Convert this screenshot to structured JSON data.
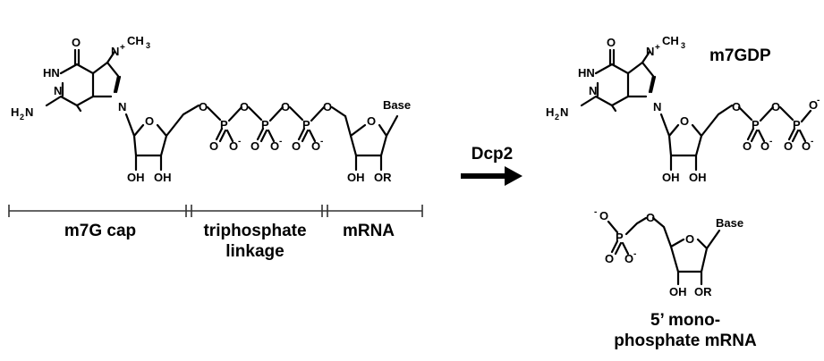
{
  "diagram": {
    "left_structure": {
      "atoms": {
        "carbonyl_o": "O",
        "n_h": "HN",
        "n_ring": "N",
        "amine": "H",
        "amine_sub": "2",
        "amine_n": "N",
        "n_plus": "N",
        "plus": "+",
        "n_glyco": "N",
        "methyl": "CH",
        "methyl_sub": "3",
        "ring_o1": "O",
        "link_o1": "O",
        "p1": "P",
        "bridge_o1": "O",
        "p2": "P",
        "bridge_o2": "O",
        "p3": "P",
        "link_o2": "O",
        "ring_o2": "O",
        "base": "Base",
        "oh_a": "OH",
        "oh_b": "OH",
        "oh_c": "OH",
        "or": "OR",
        "p1_o_double": "O",
        "p1_o_minus": "O",
        "p2_o_double": "O",
        "p2_o_minus": "O",
        "p3_o_double": "O",
        "p3_o_minus": "O",
        "minus": "-"
      }
    },
    "sections": [
      {
        "label_lines": [
          "m7G cap"
        ]
      },
      {
        "label_lines": [
          "triphosphate",
          "linkage"
        ]
      },
      {
        "label_lines": [
          "mRNA"
        ]
      }
    ],
    "enzyme_label": "Dcp2",
    "right_structure": {
      "product_label": "m7GDP",
      "atoms": {
        "carbonyl_o": "O",
        "n_h": "HN",
        "n_ring": "N",
        "amine": "H",
        "amine_sub": "2",
        "amine_n": "N",
        "n_plus": "N",
        "plus": "+",
        "n_glyco": "N",
        "methyl": "CH",
        "methyl_sub": "3",
        "ring_o": "O",
        "link_o": "O",
        "p1": "P",
        "bridge_o": "O",
        "p2": "P",
        "p1_o_double": "O",
        "p1_o_minus": "O",
        "p2_o_double": "O",
        "p2_o_minus": "O",
        "p2_o_terminal": "O",
        "minus": "-",
        "oh_a": "OH",
        "oh_b": "OH"
      }
    },
    "monophosphate": {
      "atoms": {
        "o_minus_top": "O",
        "p": "P",
        "link_o": "O",
        "o_double": "O",
        "o_minus": "O",
        "ring_o": "O",
        "base": "Base",
        "oh": "OH",
        "or": "OR",
        "minus": "-"
      },
      "label_lines": [
        "5’ mono-",
        "phosphate mRNA"
      ]
    }
  },
  "colors": {
    "ink": "#000000",
    "ruler": "#333333",
    "background": "#ffffff"
  }
}
